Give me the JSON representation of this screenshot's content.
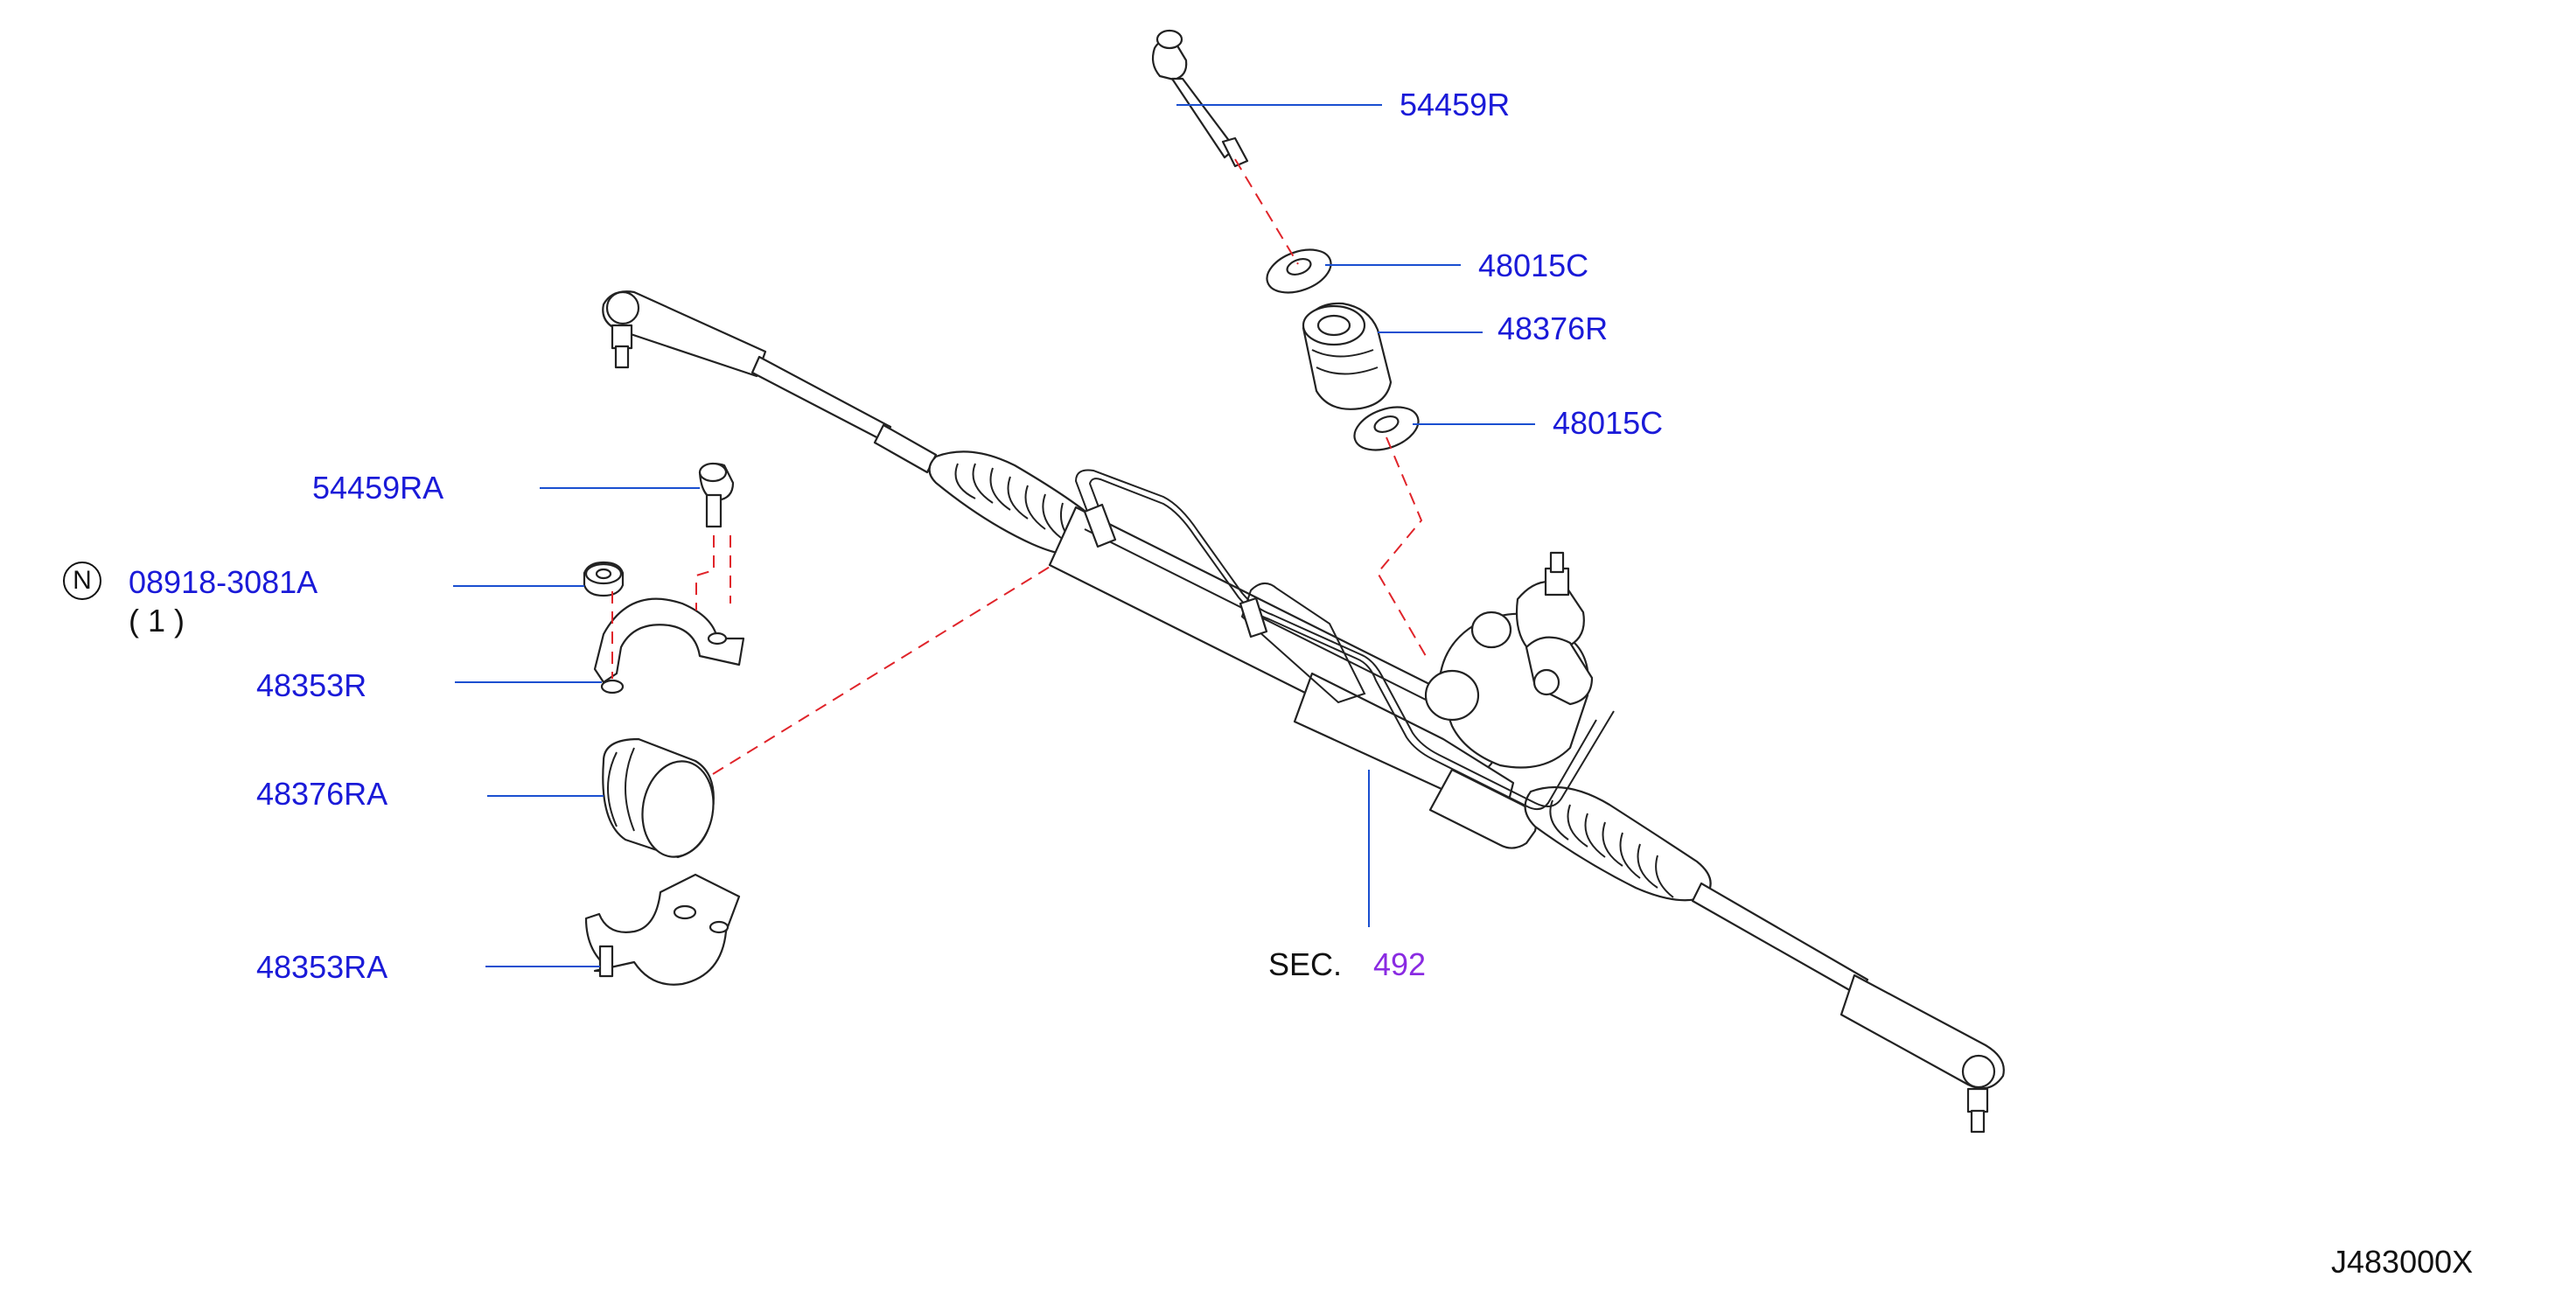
{
  "diagram_id": "J483000X",
  "sec_ref": {
    "prefix": "SEC.",
    "number": "492"
  },
  "note_marker": "N",
  "callouts": [
    {
      "id": "bolt_top",
      "part_no": "54459R"
    },
    {
      "id": "washer_upper",
      "part_no": "48015C"
    },
    {
      "id": "bushing",
      "part_no": "48376R"
    },
    {
      "id": "washer_lower",
      "part_no": "48015C"
    },
    {
      "id": "bolt_left",
      "part_no": "54459RA"
    },
    {
      "id": "nut",
      "part_no": "08918-3081A",
      "qty": "( 1 )"
    },
    {
      "id": "clamp_upper",
      "part_no": "48353R"
    },
    {
      "id": "bushing_left",
      "part_no": "48376RA"
    },
    {
      "id": "clamp_lower",
      "part_no": "48353RA"
    }
  ],
  "colors": {
    "part_label": "#1a1ad8",
    "sec_number": "#8a2be2",
    "leader": "#1a4fd0",
    "dashed_guide": "#e0242a",
    "line_art": "#222222"
  }
}
